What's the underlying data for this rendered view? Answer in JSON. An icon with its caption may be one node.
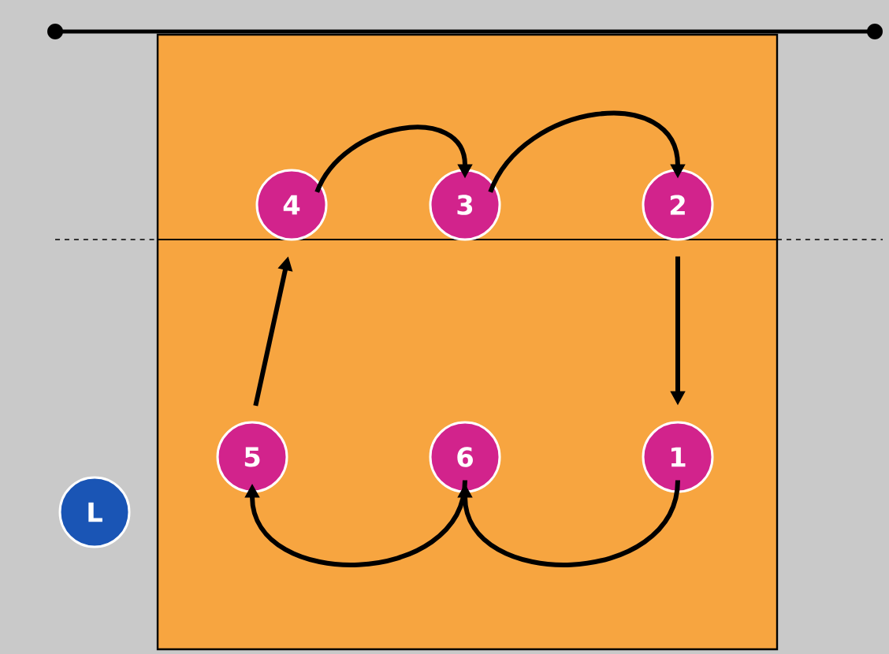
{
  "diagram": {
    "nodes": [
      {
        "text": [
          "4"
        ]
      },
      {
        "text": [
          "3"
        ]
      },
      {
        "text": [
          "2"
        ]
      },
      {
        "text": [
          "5"
        ]
      },
      {
        "text": [
          "6"
        ]
      },
      {
        "text": [
          "1"
        ]
      },
      {
        "text": [
          "L"
        ]
      }
    ],
    "edges": [
      {
        "from": 0,
        "to": 1,
        "arrow": "to"
      },
      {
        "from": 1,
        "to": 2,
        "arrow": "to"
      },
      {
        "from": 2,
        "to": 5,
        "arrow": "to"
      },
      {
        "from": 5,
        "to": 4,
        "arrow": "to"
      },
      {
        "from": 4,
        "to": 3,
        "arrow": "to"
      },
      {
        "from": 3,
        "to": 0,
        "arrow": "to"
      }
    ]
  }
}
